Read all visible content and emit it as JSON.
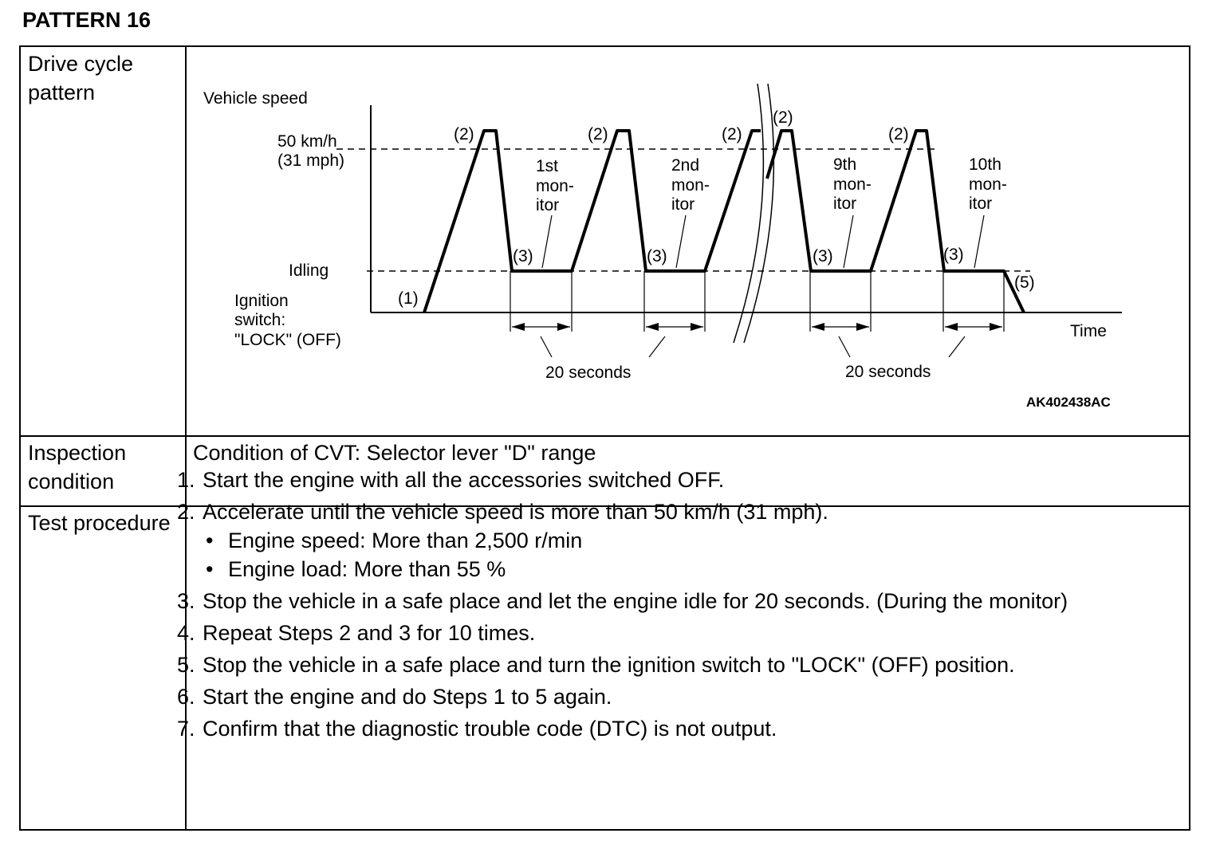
{
  "pattern_title": "PATTERN 16",
  "rows": {
    "drive_cycle": {
      "label": "Drive cycle pattern"
    },
    "inspection": {
      "label": "Inspection condition",
      "value": "Condition of CVT: Selector lever \"D\" range"
    },
    "test": {
      "label": "Test procedure",
      "steps": [
        {
          "num": "1.",
          "text": "Start the engine with all the accessories switched OFF."
        },
        {
          "num": "2.",
          "text": "Accelerate until the vehicle speed is more than 50 km/h (31 mph).",
          "bullets": [
            "Engine speed: More than 2,500 r/min",
            "Engine load: More than 55 %"
          ]
        },
        {
          "num": "3.",
          "text": "Stop the vehicle in a safe place and let the engine idle for 20 seconds. (During the monitor)"
        },
        {
          "num": "4.",
          "text": "Repeat Steps 2 and 3 for 10 times."
        },
        {
          "num": "5.",
          "text": "Stop the vehicle in a safe place and turn the ignition switch to \"LOCK\" (OFF) position."
        },
        {
          "num": "6.",
          "text": "Start the engine and do Steps 1 to 5 again."
        },
        {
          "num": "7.",
          "text": "Confirm that the diagnostic trouble code (DTC) is not output."
        }
      ]
    }
  },
  "diagram": {
    "y_axis_label": "Vehicle speed",
    "x_axis_label": "Time",
    "speed_label_1": "50 km/h",
    "speed_label_2": "(31 mph)",
    "idle_label": "Idling",
    "ignition_label_1": "Ignition",
    "ignition_label_2": "switch:",
    "ignition_label_3": "\"LOCK\" (OFF)",
    "step_markers": {
      "s1": "(1)",
      "s2": "(2)",
      "s3": "(3)",
      "s5": "(5)"
    },
    "monitors": [
      {
        "line1": "1st",
        "line2": "mon-",
        "line3": "itor"
      },
      {
        "line1": "2nd",
        "line2": "mon-",
        "line3": "itor"
      },
      {
        "line1": "9th",
        "line2": "mon-",
        "line3": "itor"
      },
      {
        "line1": "10th",
        "line2": "mon-",
        "line3": "itor"
      }
    ],
    "duration_labels": [
      "20 seconds",
      "20 seconds"
    ],
    "figure_code": "AK402438AC"
  }
}
